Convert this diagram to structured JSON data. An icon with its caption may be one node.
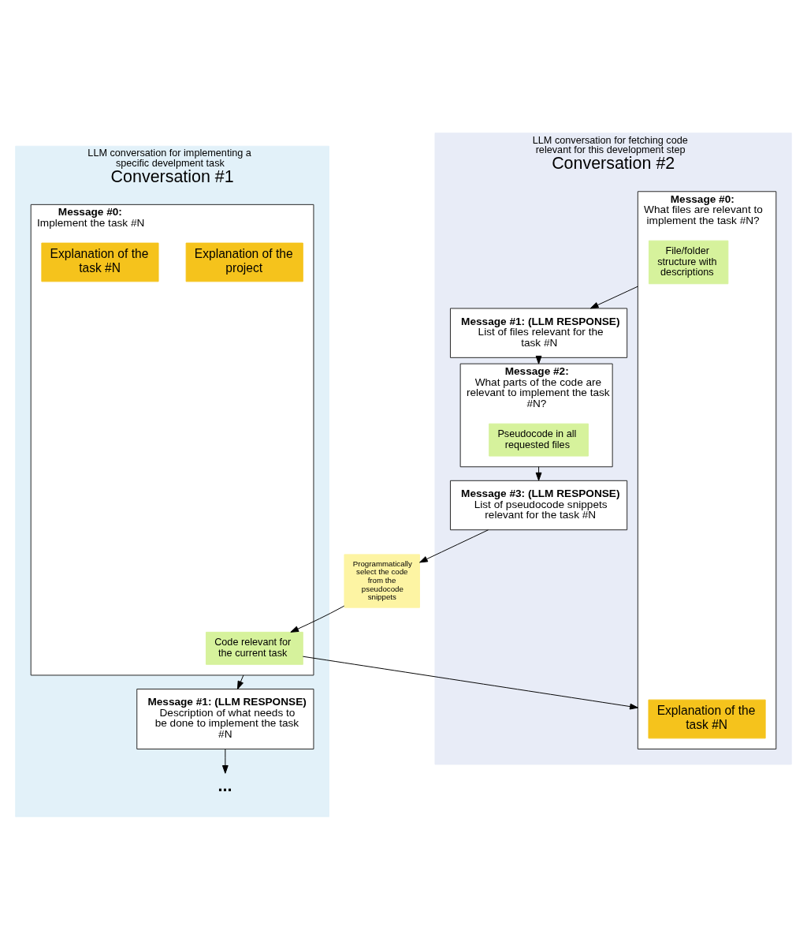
{
  "diagram": {
    "nodes": [
      {
        "text": [
          "LLM conversation for implementing a specific develpment task",
          "Conversation #1"
        ]
      },
      {
        "text": [
          "Message #0:",
          "Implement the task #N"
        ],
        "in": 0
      },
      {
        "text": [
          "Explanation of the project"
        ],
        "in": 1
      },
      {
        "text": [
          "Explanation of the task #N"
        ],
        "in": 1
      },
      {
        "text": [
          "Code relevant for the current task"
        ],
        "in": 1
      },
      {
        "text": [
          "Message #1: (LLM RESPONSE)",
          "Description of what needs to be done to implement the task #N"
        ],
        "in": 0
      },
      {
        "text": [
          "..."
        ],
        "in": 0
      },
      {
        "text": [
          "LLM conversation for fetching code relevant for this development step",
          "Conversation #2"
        ]
      },
      {
        "text": [
          "Message #0:",
          "What files are relevant to implement the task #N?"
        ],
        "in": 7
      },
      {
        "text": [
          "Explanation of the task #N"
        ],
        "in": 8
      },
      {
        "text": [
          "File/folder structure with descriptions"
        ],
        "in": 8
      },
      {
        "text": [
          "Message #1: (LLM RESPONSE)",
          "List of files relevant for the task #N"
        ],
        "in": 7
      },
      {
        "text": [
          "Message #2:",
          "What parts of the code are relevant to implement the task #N?"
        ],
        "in": 7
      },
      {
        "text": [
          "Pseudocode in all requested files"
        ],
        "in": 12
      },
      {
        "text": [
          "Message #3: (LLM RESPONSE)",
          "List of pseudocode snippets relevant for the task #N"
        ],
        "in": 7
      },
      {
        "text": [
          "Programmatically select the code from the pseudocode snippets"
        ]
      }
    ],
    "edges": [
      {
        "from": 4,
        "to": 8,
        "arrow": "to"
      },
      {
        "from": 1,
        "to": 5,
        "arrow": "to"
      },
      {
        "from": 5,
        "to": 6,
        "arrow": "to"
      },
      {
        "from": 8,
        "to": 11,
        "arrow": "to"
      },
      {
        "from": 11,
        "to": 12,
        "arrow": "to"
      },
      {
        "from": 12,
        "to": 14,
        "arrow": "to"
      },
      {
        "from": 14,
        "to": 15,
        "arrow": "to"
      },
      {
        "from": 15,
        "to": 4,
        "arrow": "to"
      }
    ]
  }
}
